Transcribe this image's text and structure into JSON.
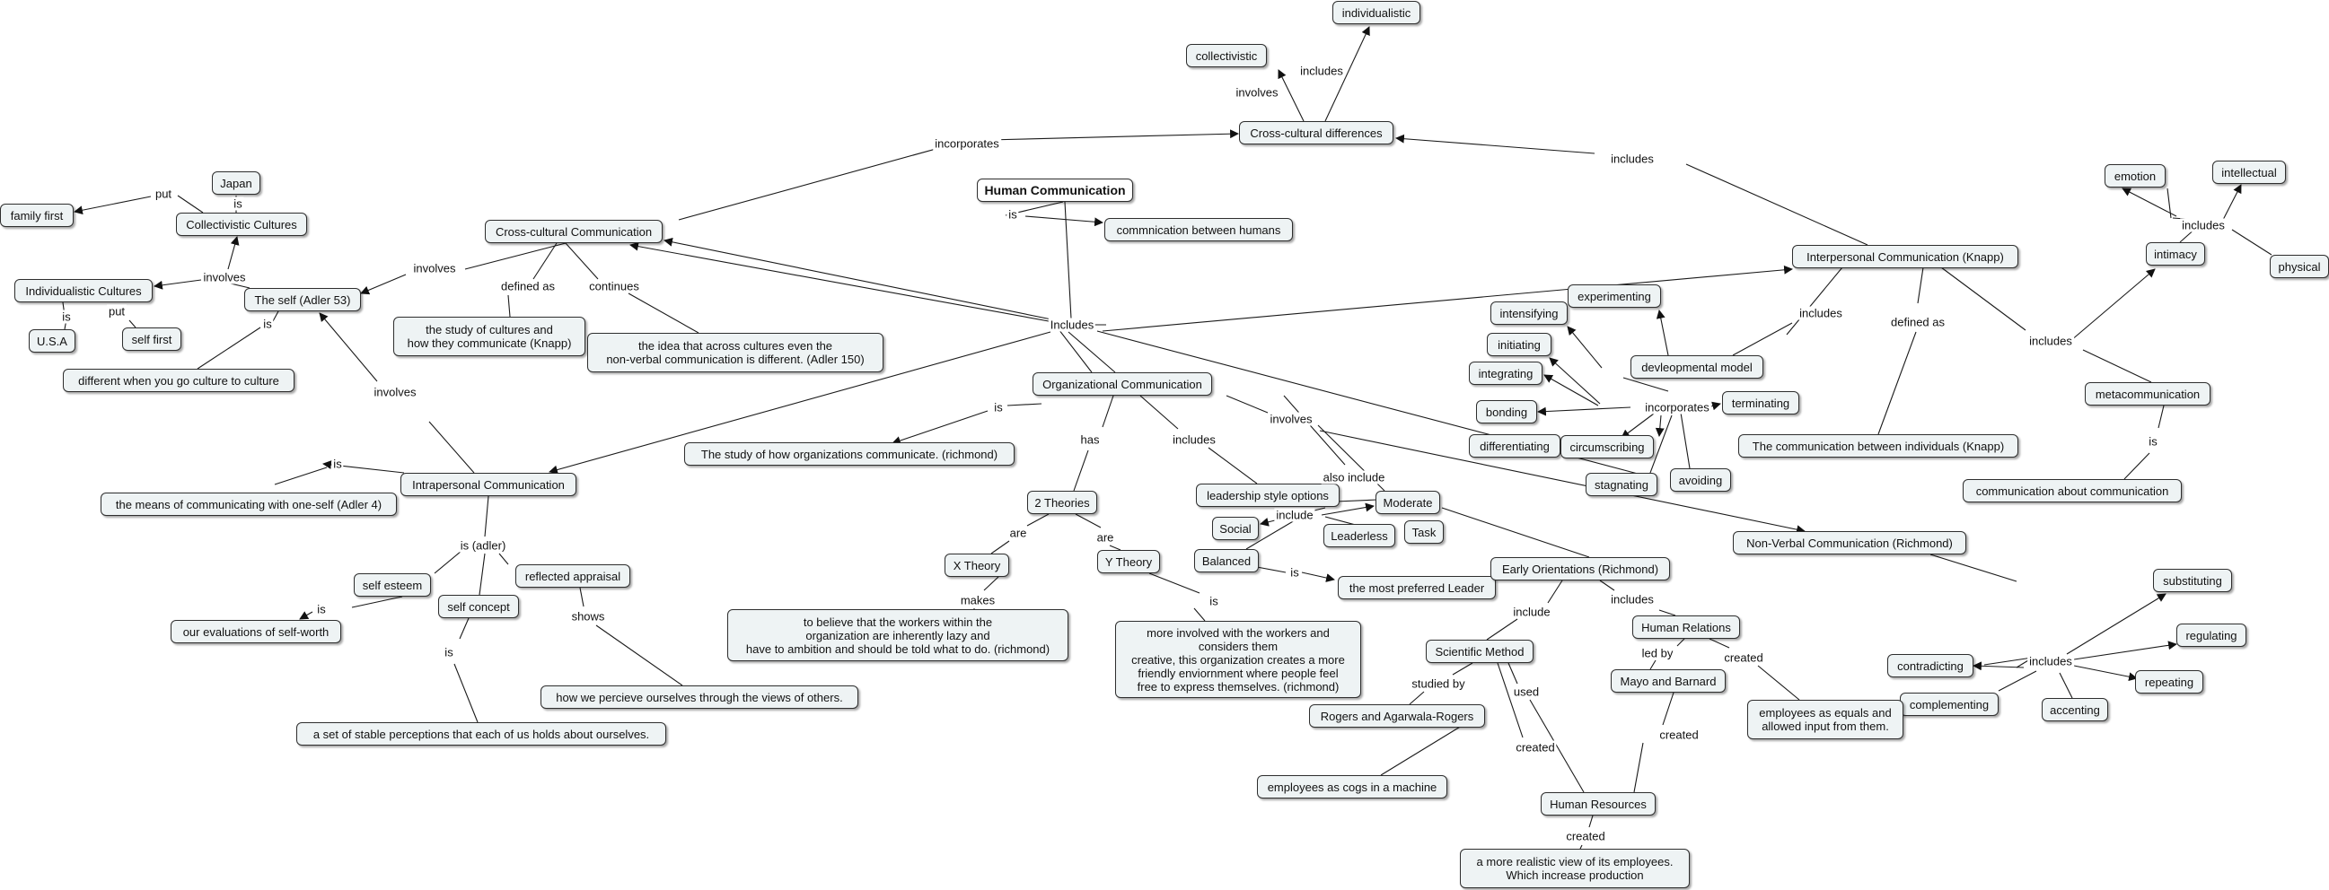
{
  "concepts": {
    "individualistic": "individualistic",
    "collectivistic": "collectivistic",
    "cross_cultural_differences": "Cross-cultural differences",
    "human_communication": "Human Communication",
    "commnication_between_humans": "commnication between humans",
    "japan": "Japan",
    "family_first": "family first",
    "collectivistic_cultures": "Collectivistic Cultures",
    "cross_cultural_communication": "Cross-cultural Communication",
    "individualistic_cultures": "Individualistic Cultures",
    "the_self": "The self (Adler 53)",
    "usa": "U.S.A",
    "self_first": "self first",
    "different_culture": "different when you go culture to culture",
    "study_of_cultures": "the study of cultures and\nhow they communicate (Knapp)",
    "idea_across_cultures": "the idea that across cultures even the\nnon-verbal communication is different. (Adler 150)",
    "interpersonal_communication": "Interpersonal Communication (Knapp)",
    "emotion": "emotion",
    "intellectual": "intellectual",
    "intimacy": "intimacy",
    "physical": "physical",
    "experimenting": "experimenting",
    "intensifying": "intensifying",
    "initiating": "initiating",
    "integrating": "integrating",
    "devleopmental_model": "devleopmental model",
    "bonding": "bonding",
    "terminating": "terminating",
    "differentiating": "differentiating",
    "circumscribing": "circumscribing",
    "stagnating": "stagnating",
    "avoiding": "avoiding",
    "metacommunication": "metacommunication",
    "communication_between_individuals": "The communication between individuals (Knapp)",
    "communication_about_communication": "communication about communication",
    "organizational_communication": "Organizational Communication",
    "study_of_organizations": "The study of how organizations communicate.  (richmond)",
    "intrapersonal_communication": "Intrapersonal Communication",
    "means_of_communicating": "the means of communicating with one-self (Adler 4)",
    "two_theories": "2 Theories",
    "leadership_style_options": "leadership style options",
    "moderate": "Moderate",
    "social": "Social",
    "leaderless": "Leaderless",
    "task": "Task",
    "balanced": "Balanced",
    "most_preferred_leader": "the most preferred Leader",
    "x_theory": "X Theory",
    "y_theory": "Y Theory",
    "early_orientations": "Early Orientations (Richmond)",
    "non_verbal_communication": "Non-Verbal Communication (Richmond)",
    "self_esteem": "self esteem",
    "self_concept": "self concept",
    "reflected_appraisal": "reflected appraisal",
    "evaluations_of_self_worth": "our evaluations of self-worth",
    "x_theory_desc": "to believe that the workers within the\norganization are inherently lazy and\nhave to ambition and should be told what to do. (richmond)",
    "y_theory_desc": "more involved with the workers and\nconsiders them\ncreative, this organization creates a more\nfriendly enviornment where people feel\nfree to express themselves. (richmond)",
    "human_relations": "Human Relations",
    "scientific_method": "Scientific Method",
    "substituting": "substituting",
    "regulating": "regulating",
    "contradicting": "contradicting",
    "repeating": "repeating",
    "complementing": "complementing",
    "accenting": "accenting",
    "how_we_percieve": "how we percieve ourselves through the views of others.",
    "mayo_and_barnard": "Mayo and Barnard",
    "rogers_and_agarwala": "Rogers and Agarwala-Rogers",
    "employees_as_equals": "employees as equals and\nallowed input from them.",
    "stable_perceptions": "a set of stable perceptions that each of us holds about ourselves.",
    "employees_as_cogs": "employees as cogs in a machine",
    "human_resources": "Human Resources",
    "realistic_view": "a more realistic view of its employees.\nWhich increase production"
  },
  "links": {
    "involves_collectivistic": "involves",
    "includes_individualistic": "includes",
    "incorporates_cross_cultural": "incorporates",
    "includes_interpersonal_to_differences": "includes",
    "is_human_communication": "is",
    "put_japan": "put",
    "is_japan": "is",
    "involves_individualistic": "involves",
    "is_usa": "is",
    "put_usa": "put",
    "is_self": "is",
    "involves_self": "involves",
    "defined_as_cross": "defined as",
    "continues_cross": "continues",
    "includes_hub": "Includes",
    "includes_interpersonal": "includes",
    "defined_as_interpersonal": "defined as",
    "includes_interpersonal_right": "includes",
    "includes_intimacy": "includes",
    "incorporates_model": "incorporates",
    "is_metacommunication": "is",
    "is_organizational": "is",
    "has_organizational": "has",
    "includes_organizational": "includes",
    "involves_organizational": "involves",
    "also_include": "also include",
    "include_leadership": "include",
    "is_intrapersonal": "is",
    "involves_intrapersonal": "involves",
    "is_adler": "is (adler)",
    "are_x": "are",
    "are_y": "are",
    "is_balanced": "is",
    "include_early": "include",
    "includes_early": "includes",
    "is_self_esteem": "is",
    "shows_reflected": "shows",
    "makes_x": "makes",
    "is_y": "is",
    "led_by": "led by",
    "created_human_relations": "created",
    "studied_by": "studied by",
    "used_scientific": "used",
    "includes_nonverbal": "includes",
    "is_self_concept": "is",
    "created_scientific": "created",
    "created_mayo": "created",
    "created_hr": "created"
  }
}
